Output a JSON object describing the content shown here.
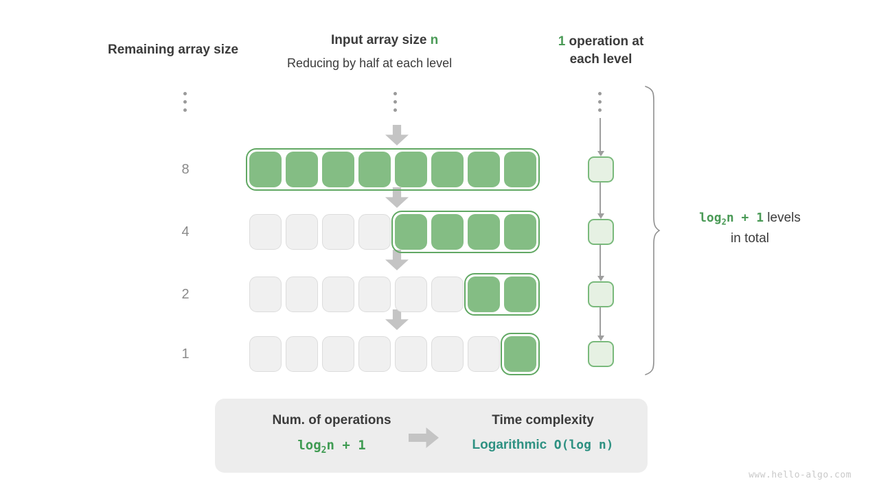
{
  "headers": {
    "left": "Remaining array size",
    "middle_title_prefix": "Input array size ",
    "middle_title_accent": "n",
    "middle_subtitle": "Reducing by half at each level",
    "right_accent": "1",
    "right_rest": " operation at each level"
  },
  "ellipsis": {
    "label": "vertical-ellipsis"
  },
  "rows": [
    {
      "size_label": "8",
      "total_cells": 8,
      "filled_cells": 8,
      "filled_start_index": 0
    },
    {
      "size_label": "4",
      "total_cells": 8,
      "filled_cells": 4,
      "filled_start_index": 4
    },
    {
      "size_label": "2",
      "total_cells": 8,
      "filled_cells": 2,
      "filled_start_index": 6
    },
    {
      "size_label": "1",
      "total_cells": 8,
      "filled_cells": 1,
      "filled_start_index": 7
    }
  ],
  "operations": {
    "boxes_count": 4,
    "per_level": "1"
  },
  "brace_caption": {
    "formula": "log",
    "formula_sub": "2",
    "formula_rest": "n + 1",
    "suffix": " levels",
    "line2": "in total"
  },
  "summary": {
    "left_title": "Num. of operations",
    "left_value_prefix": "log",
    "left_value_sub": "2",
    "left_value_rest": "n + 1",
    "arrow": "right-arrow",
    "right_title": "Time complexity",
    "right_value_word": "Logarithmic",
    "right_value_bigo": "O(log n)"
  },
  "watermark": "www.hello-algo.com",
  "colors": {
    "green_fill": "#84bd84",
    "green_outline": "#61a863",
    "green_accent": "#4a9a56",
    "light_green_fill": "#e6f1e3",
    "teal": "#2e9182",
    "grey_arrow": "#c4c4c4",
    "empty_cell": "#f0f0f0",
    "panel_bg": "#ededed",
    "text_dark": "#3b3b3b",
    "text_grey": "#8a8a8a"
  }
}
